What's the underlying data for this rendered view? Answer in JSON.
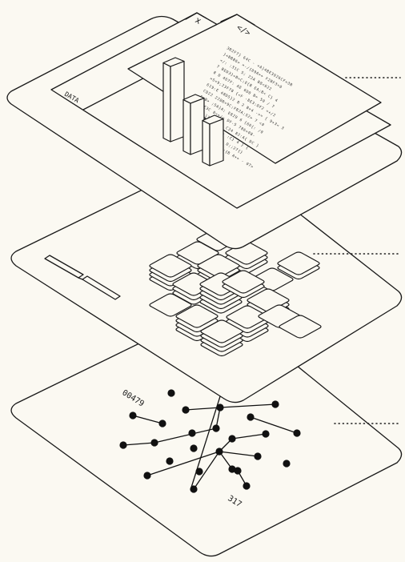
{
  "layers": {
    "top": {
      "tab_label": "DATA",
      "close_glyph": "x",
      "code_glyph": "</>"
    },
    "middle": {
      "description": ""
    },
    "bottom": {
      "label_a": "00479",
      "label_b": "317"
    }
  },
  "colors": {
    "background": "#fbf9f2",
    "ink": "#1a1a1a"
  }
}
